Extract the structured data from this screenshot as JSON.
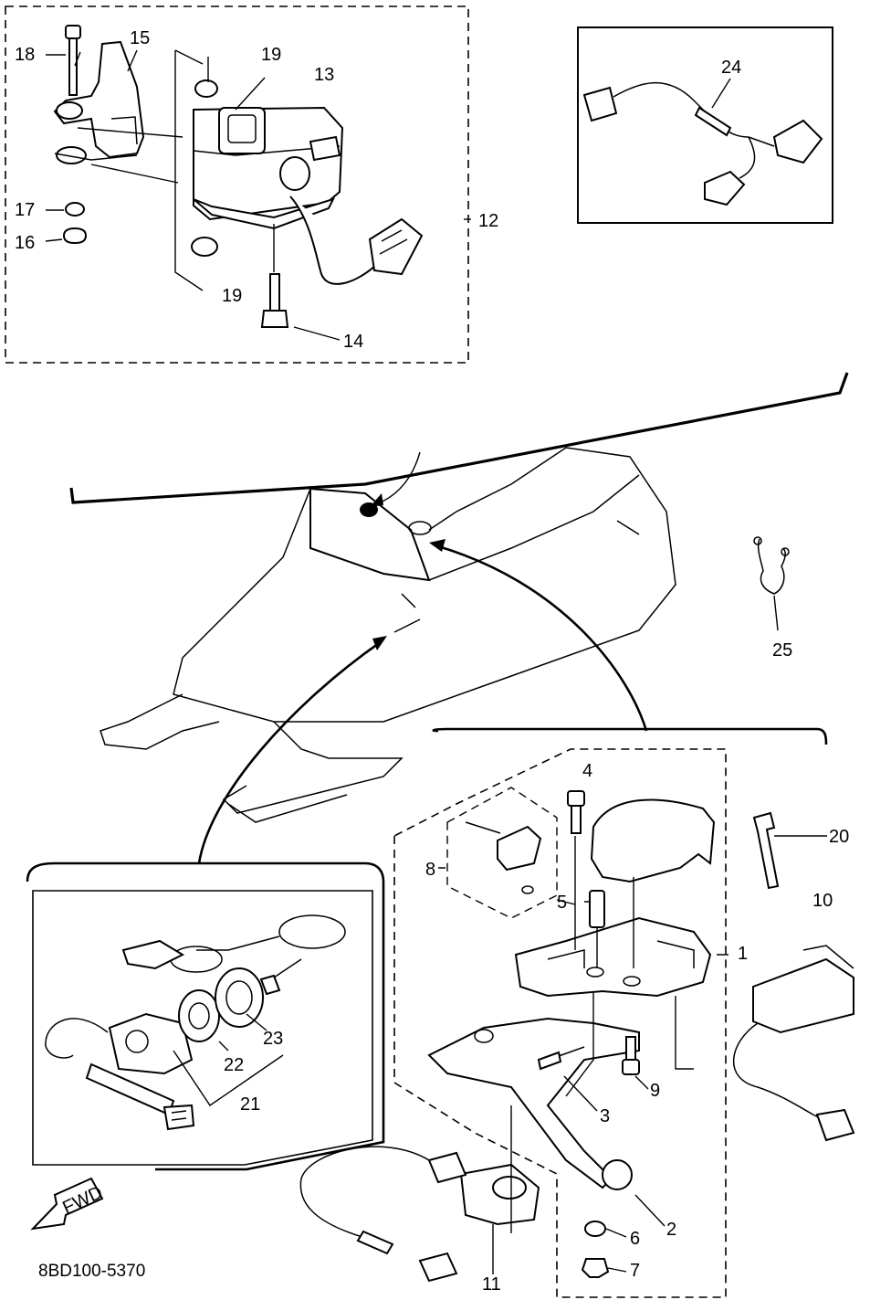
{
  "diagram_code": "8BD100-5370",
  "fwd_label": "FWD",
  "callouts": {
    "c1": "1",
    "c2": "2",
    "c3": "3",
    "c4": "4",
    "c5": "5",
    "c6": "6",
    "c7": "7",
    "c8": "8",
    "c9": "9",
    "c10": "10",
    "c11": "11",
    "c12": "12",
    "c13": "13",
    "c14": "14",
    "c15": "15",
    "c16": "16",
    "c17": "17",
    "c18": "18",
    "c19a": "19",
    "c19b": "19",
    "c20": "20",
    "c21": "21",
    "c22": "22",
    "c23": "23",
    "c24": "24",
    "c25": "25"
  }
}
